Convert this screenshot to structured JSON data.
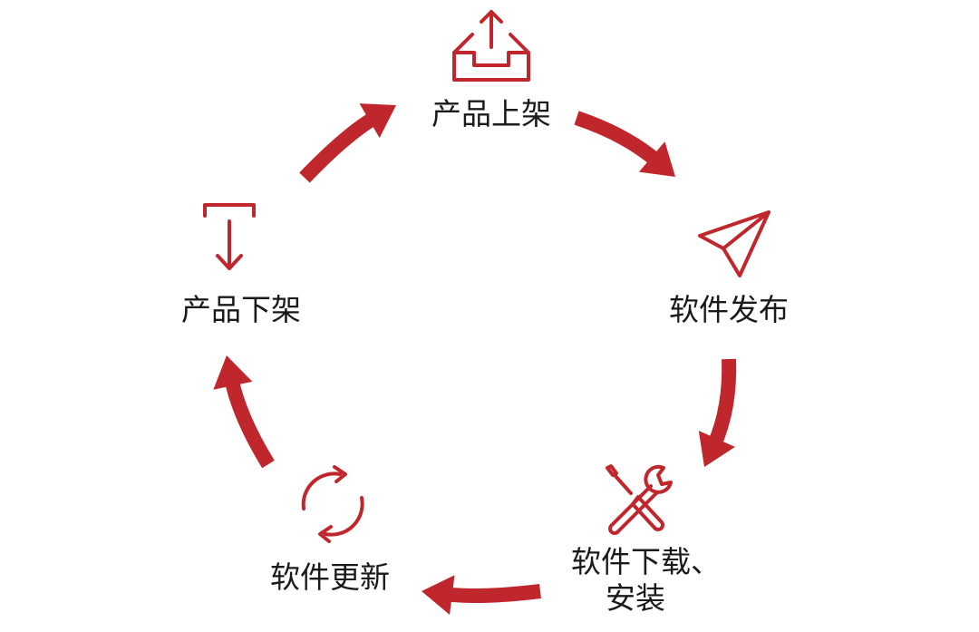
{
  "colors": {
    "accent": "#c0272d",
    "text": "#1a1a1a",
    "background": "#ffffff"
  },
  "steps": [
    {
      "label": "产品上架",
      "icon": "upload-tray-icon"
    },
    {
      "label": "软件发布",
      "icon": "paper-plane-icon"
    },
    {
      "label": "软件下载、",
      "label_line2": "安装",
      "icon": "wrench-screwdriver-icon"
    },
    {
      "label": "软件更新",
      "icon": "refresh-cycle-icon"
    },
    {
      "label": "产品下架",
      "icon": "download-arrow-icon"
    }
  ]
}
